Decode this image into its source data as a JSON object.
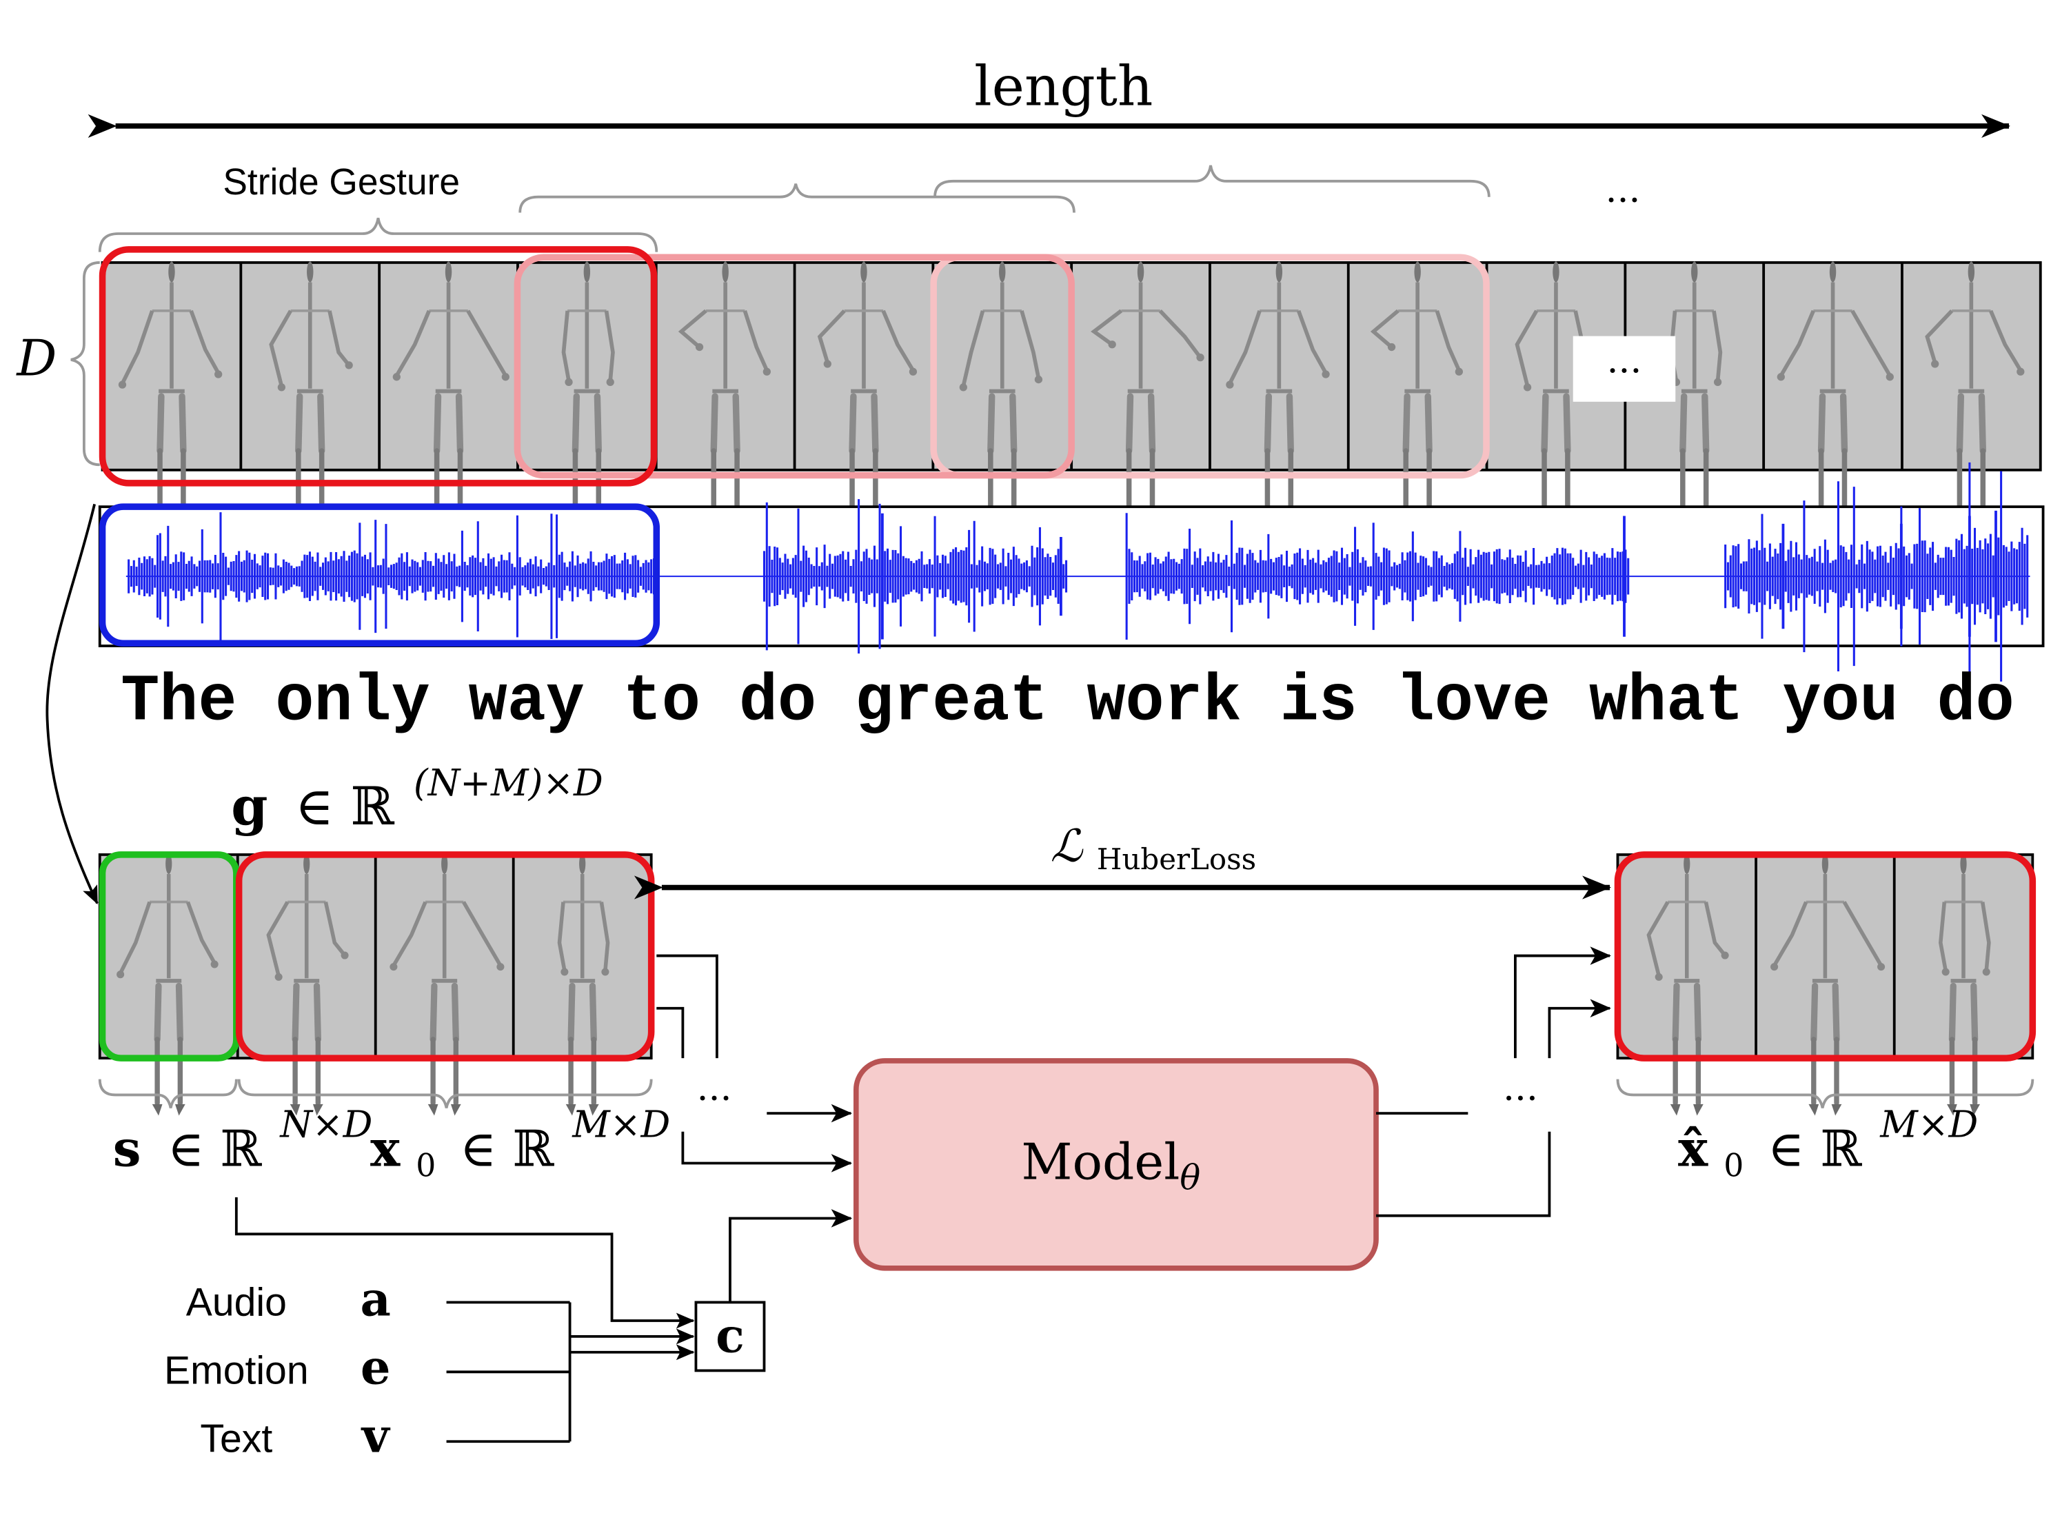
{
  "length_label": "length",
  "stride_label": "Stride Gesture",
  "dim_label": "D",
  "ellipsis": "···",
  "transcript": "The only way to do great work is love what you do",
  "g_symbol": "g",
  "g_domain": "∈ ℝ",
  "g_exponent": "(N+M)×D",
  "loss_symbol": "ℒ",
  "loss_subscript": "HuberLoss",
  "model_name": "Model",
  "model_subscript": "θ",
  "s_symbol": "s",
  "s_domain": "∈ ℝ",
  "s_exponent": "N×D",
  "x0_symbol": "x",
  "x0_subscript": "0",
  "x0_domain": "∈ ℝ",
  "x0_exponent": "M×D",
  "xhat_symbol": "x̂",
  "xhat_subscript": "0",
  "xhat_domain": "∈ ℝ",
  "xhat_exponent": "M×D",
  "cond_symbol": "c",
  "inputs": [
    {
      "label": "Audio",
      "symbol": "a"
    },
    {
      "label": "Emotion",
      "symbol": "e"
    },
    {
      "label": "Text",
      "symbol": "v"
    }
  ],
  "colors": {
    "frame_bg": "#c4c4c4",
    "window_primary": "#e8141c",
    "window_secondary": "#f29ba1",
    "window_tertiary": "#f7c1c4",
    "audio_box": "#1420e0",
    "waveform": "#1a22ee",
    "seed_box": "#1fbf1f",
    "model_fill": "#f6cccc",
    "model_stroke": "#b85353"
  }
}
